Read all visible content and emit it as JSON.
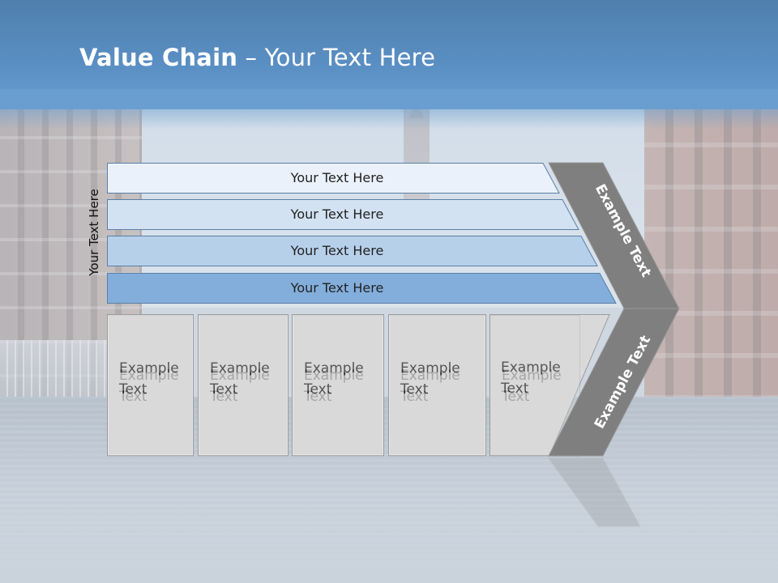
{
  "slide": {
    "title_bold": "Value Chain",
    "title_rest": " – Your Text Here"
  },
  "rows": [
    {
      "label": "Your Text Here",
      "fill": "#eaf1fa"
    },
    {
      "label": "Your Text Here",
      "fill": "#d3e2f2"
    },
    {
      "label": "Your Text Here",
      "fill": "#b7d0ea"
    },
    {
      "label": "Your Text Here",
      "fill": "#83aedb"
    }
  ],
  "side_label": "Your Text Here",
  "activities": [
    {
      "line1": "Example",
      "line2": "Text"
    },
    {
      "line1": "Example",
      "line2": "Text"
    },
    {
      "line1": "Example",
      "line2": "Text"
    },
    {
      "line1": "Example",
      "line2": "Text"
    },
    {
      "line1": "Example",
      "line2": "Text"
    }
  ],
  "chevron_top_label": "Example Text",
  "chevron_bottom_label": "Example Text",
  "colors": {
    "chevron": "#7f7f7f",
    "box": "#d9d9d9",
    "row_border": "#5b7fa6"
  }
}
